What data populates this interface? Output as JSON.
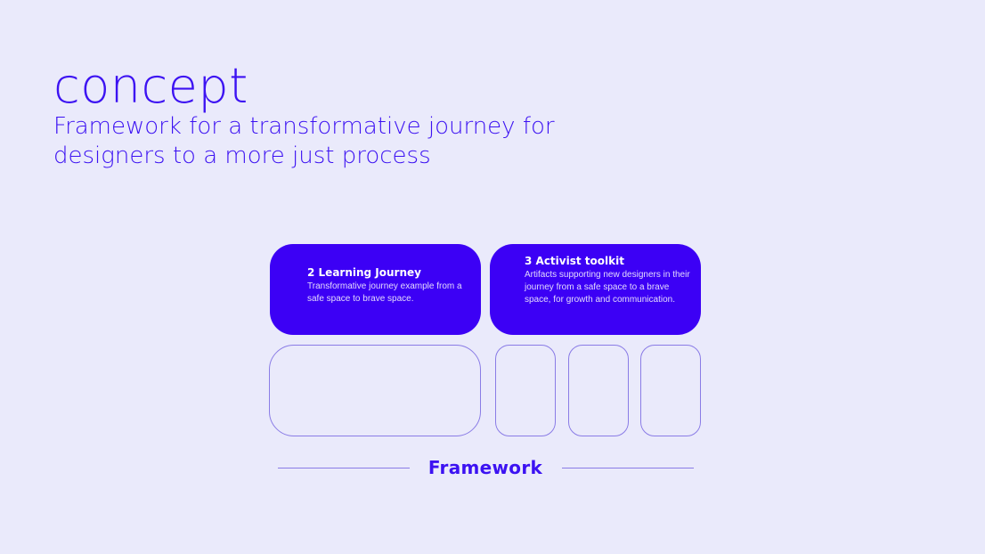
{
  "colors": {
    "background": "#eaeafb",
    "accent": "#3c12f2",
    "card_fill": "#3c00f5",
    "outline": "#8a7ce6"
  },
  "header": {
    "title": "concept",
    "subtitle": "Framework for a transformative journey for designers to a more just process"
  },
  "cards": [
    {
      "title": "2 Learning Journey",
      "description": "Transformative journey example from a safe space to brave space."
    },
    {
      "title": "3 Activist toolkit",
      "description": "Artifacts supporting new designers in their journey from a safe space to a brave space, for growth and communication."
    }
  ],
  "footer": {
    "label": "Framework"
  }
}
